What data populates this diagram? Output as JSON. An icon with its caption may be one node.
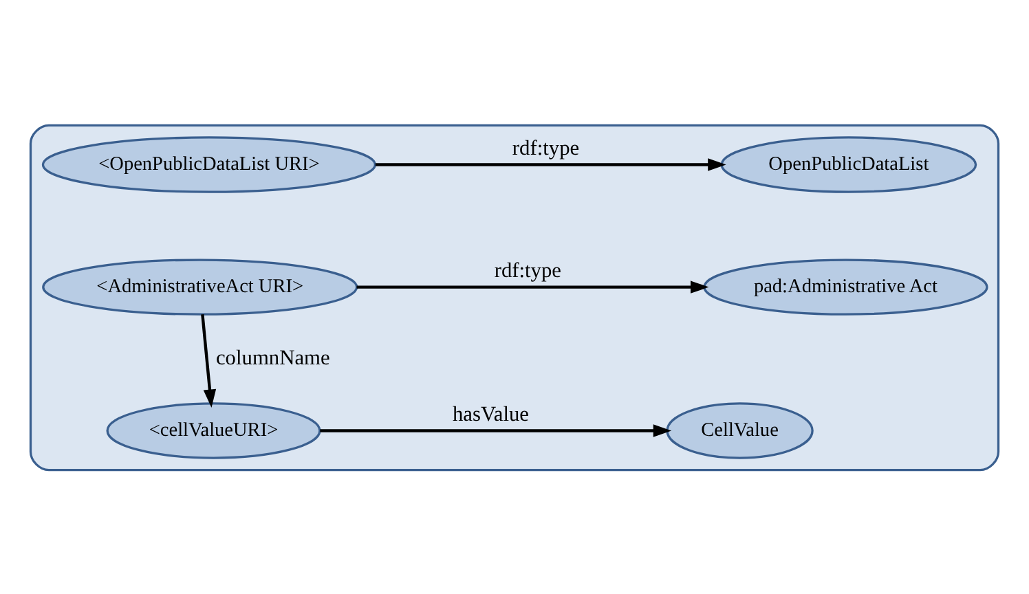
{
  "diagram": {
    "nodes": [
      {
        "text": [],
        "shape": "box"
      },
      {
        "text": [
          "<OpenPublicDataList URI>"
        ],
        "in": 0
      },
      {
        "text": [
          "OpenPublicDataList"
        ],
        "in": 0
      },
      {
        "text": [
          "<AdministrativeAct URI>"
        ],
        "in": 0
      },
      {
        "text": [
          "pad:Administrative Act"
        ],
        "in": 0
      },
      {
        "text": [
          "<cellValueURI>"
        ],
        "in": 0
      },
      {
        "text": [
          "CellValue"
        ],
        "in": 0
      }
    ],
    "edges": [
      {
        "from": 1,
        "to": 2,
        "arrow": "to",
        "label": "rdf:type"
      },
      {
        "from": 3,
        "to": 4,
        "arrow": "to",
        "label": "rdf:type"
      },
      {
        "from": 3,
        "to": 5,
        "arrow": "to",
        "label": "columnName"
      },
      {
        "from": 5,
        "to": 6,
        "arrow": "to",
        "label": "hasValue"
      }
    ]
  }
}
